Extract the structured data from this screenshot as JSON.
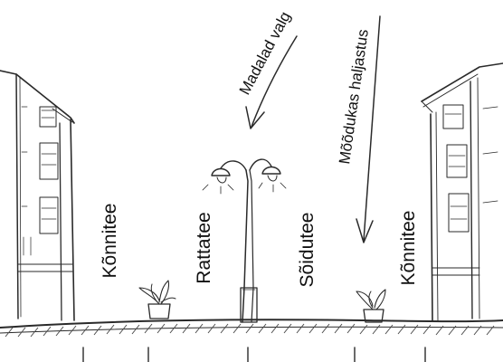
{
  "colors": {
    "ink": "#2a2a2a",
    "paper": "#ffffff"
  },
  "labels": {
    "left_sidewalk": "Kõnnitee",
    "bike_lane": "Rattatee",
    "roadway": "Sõidutee",
    "right_sidewalk": "Kõnnitee",
    "low_lights": "Madalad valg",
    "mid_greenery": "Mõõdukas haljastus"
  },
  "icons": {
    "buildings": "building-sketch",
    "lamp": "street-lamp",
    "plants": "potted-plant"
  }
}
